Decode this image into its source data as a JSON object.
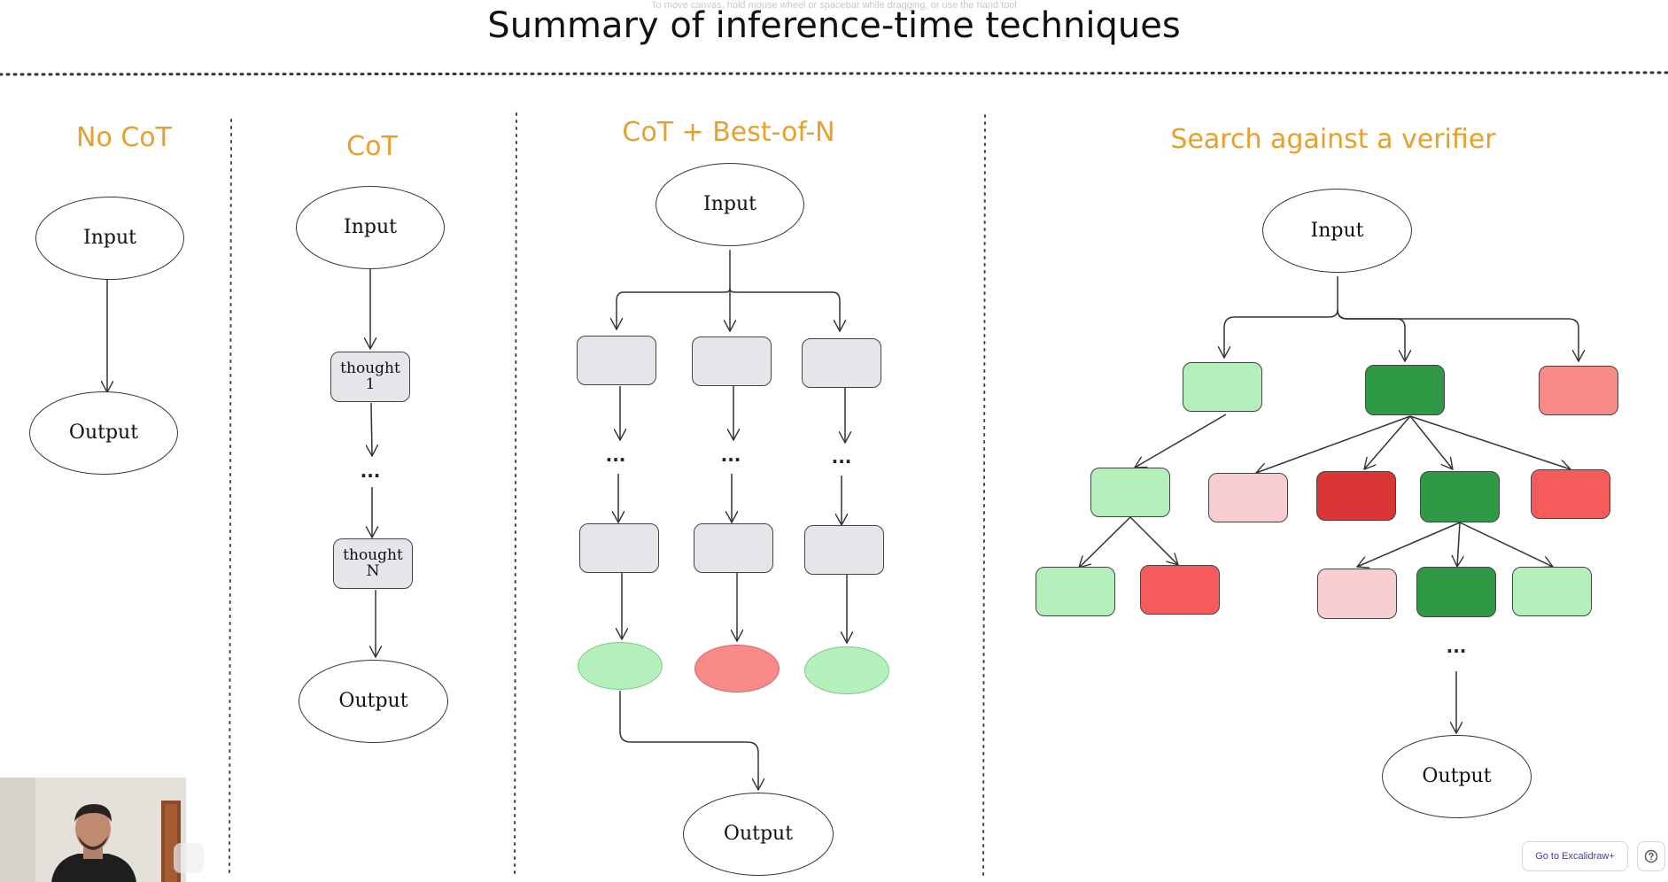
{
  "canvas_hint": "To move canvas, hold mouse wheel or spacebar while dragging, or use the hand tool",
  "title": "Summary of inference-time techniques",
  "colors": {
    "accent": "#e6a02c",
    "gray_node": "#e6e6ea",
    "light_green": "#b4f0bc",
    "dark_green": "#2e9a45",
    "pink": "#f8cdd2",
    "salmon": "#f88a8a",
    "red": "#f65b5b",
    "dark_red": "#d93535"
  },
  "sections": {
    "no_cot": {
      "title": "No CoT",
      "input": "Input",
      "output": "Output"
    },
    "cot": {
      "title": "CoT",
      "input": "Input",
      "thought_1": "thought 1",
      "ellipsis": "...",
      "thought_n": "thought N",
      "output": "Output"
    },
    "best_of_n": {
      "title": "CoT + Best-of-N",
      "input": "Input",
      "ellipsis": "...",
      "outcome_colors": [
        "light-green",
        "salmon",
        "light-green"
      ],
      "output": "Output"
    },
    "search": {
      "title": "Search against a verifier",
      "input": "Input",
      "ellipsis": "...",
      "output": "Output"
    }
  },
  "footer": {
    "excalidraw_button": "Go to Excalidraw+",
    "help_icon": "help-icon"
  }
}
